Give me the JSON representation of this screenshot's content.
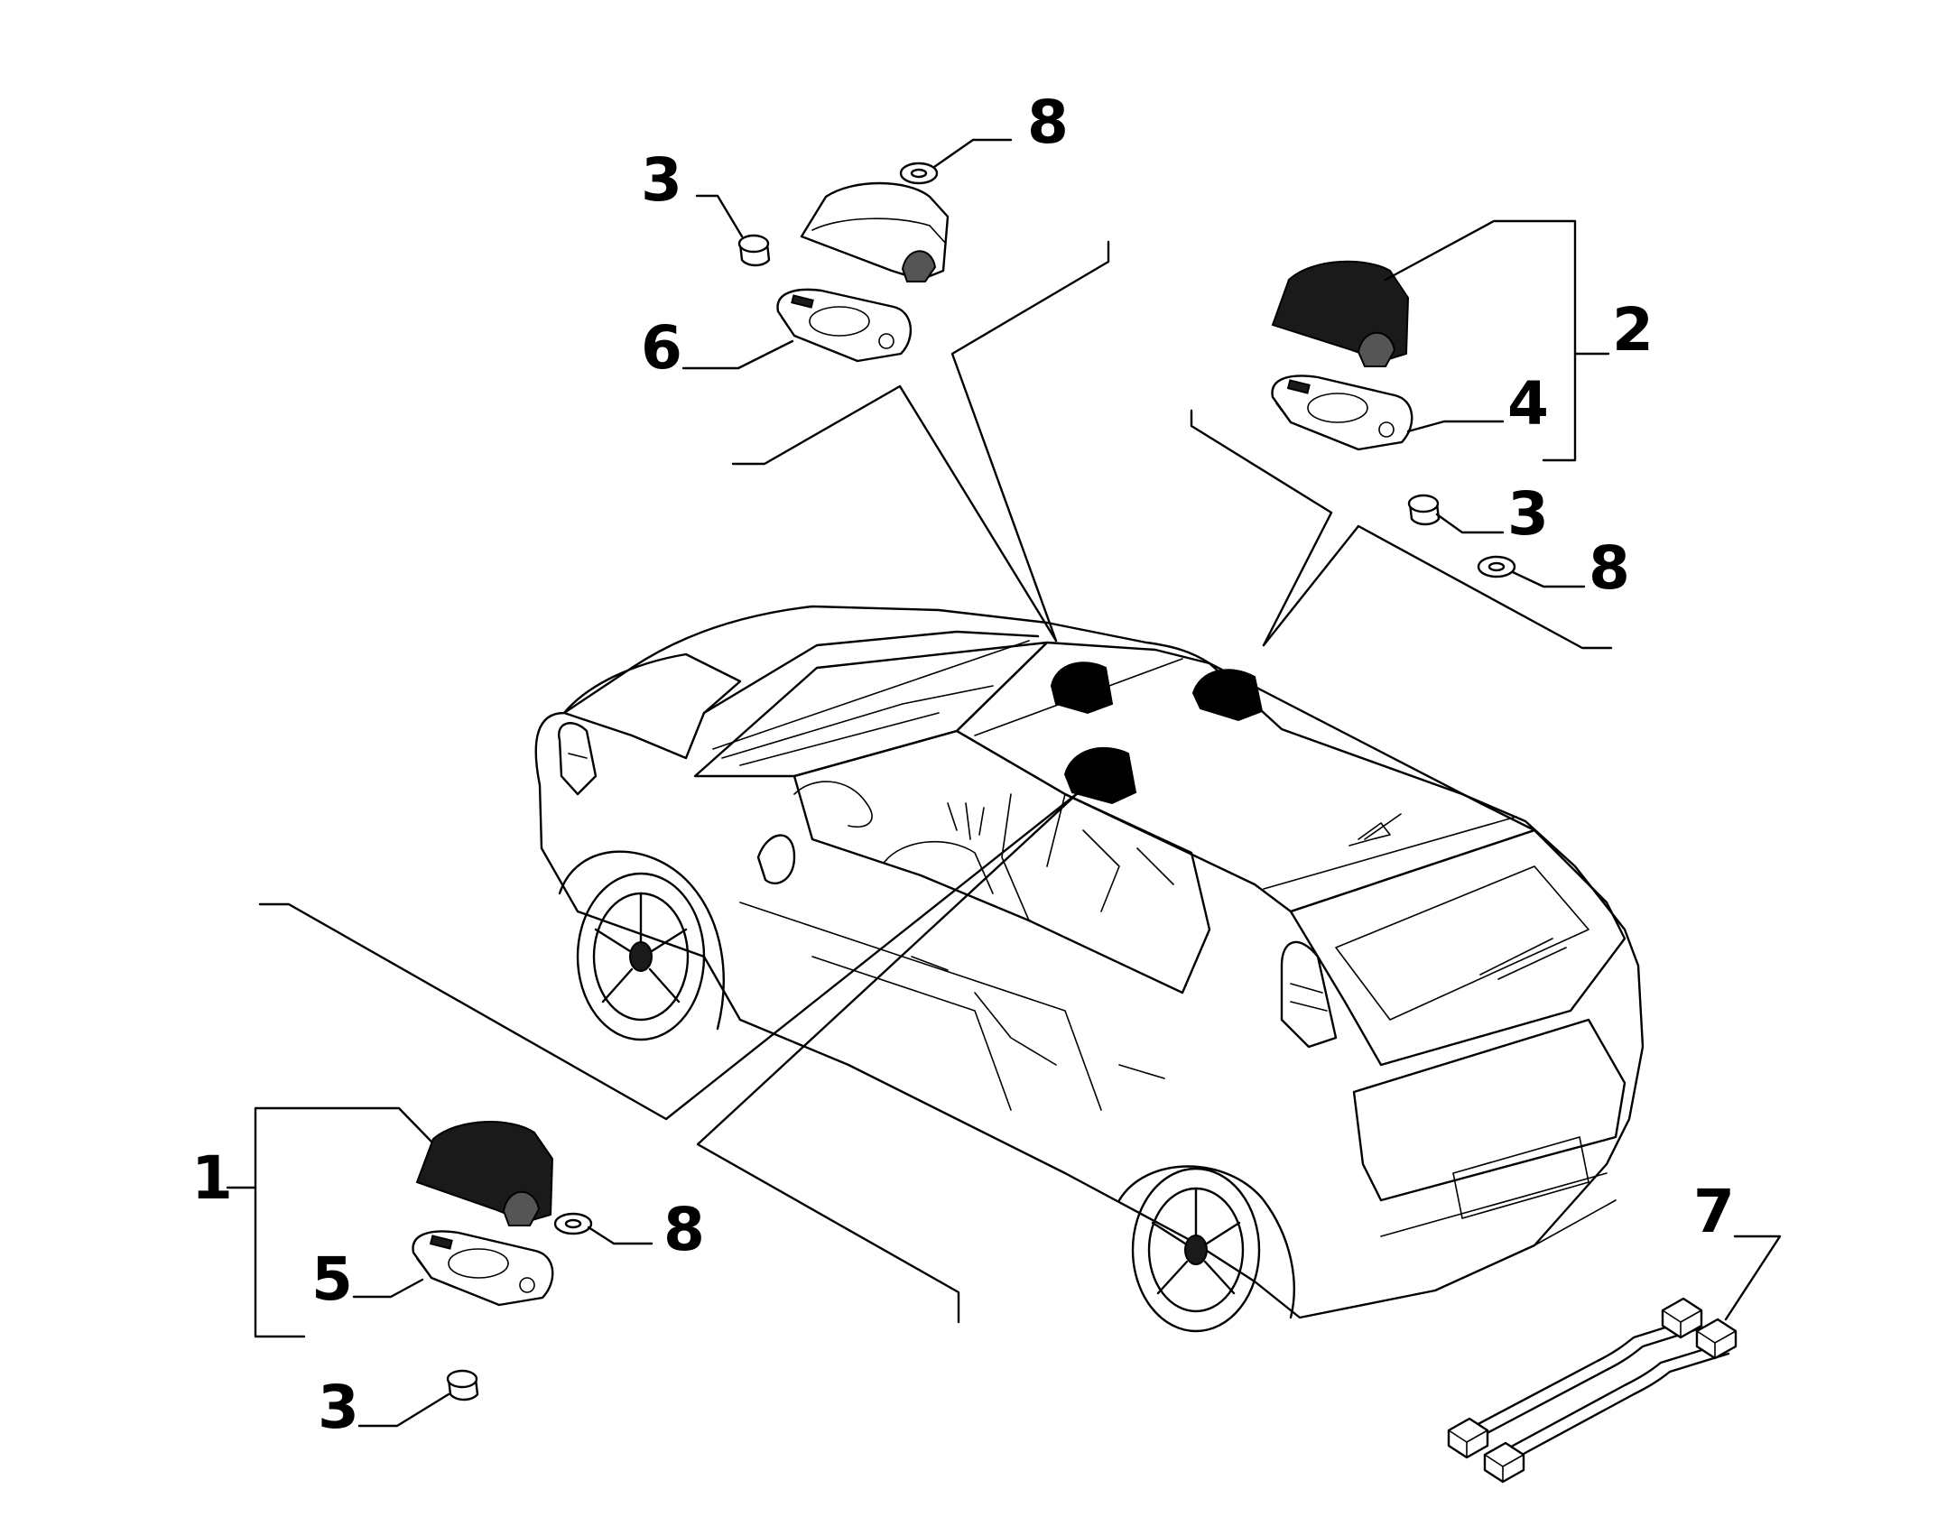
{
  "callouts": [
    "1",
    "2",
    "3",
    "3",
    "3",
    "4",
    "5",
    "6",
    "7",
    "8",
    "8",
    "8"
  ],
  "colors": {
    "line": "#000000",
    "background": "#ffffff",
    "fill_dark": "#1a1a1a"
  },
  "icons": [
    "car-icon",
    "roof-antenna-icon",
    "antenna-base-gasket-icon",
    "nut-icon",
    "washer-icon",
    "wiring-harness-icon"
  ]
}
